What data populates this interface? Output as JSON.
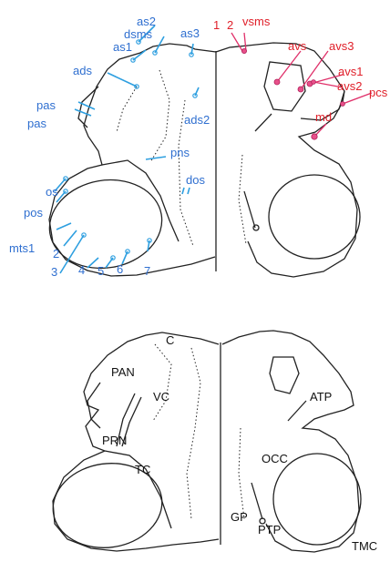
{
  "colors": {
    "setae_left": "#2f6fd0",
    "setae_right": "#e0202a",
    "outline": "#222222",
    "regions": "#111111"
  },
  "top_view": {
    "left_labels": {
      "as2": "as2",
      "dsms": "dsms",
      "as1": "as1",
      "as3": "as3",
      "ads": "ads",
      "pas_a": "pas",
      "pas_b": "pas",
      "ads2": "ads2",
      "pns": "pns",
      "dos": "dos",
      "os": "os",
      "pos": "pos",
      "mts1": "mts1",
      "n2": "2",
      "n3": "3",
      "n4": "4",
      "n5": "5",
      "n6": "6",
      "n7": "7"
    },
    "right_labels": {
      "n1": "1",
      "n2": "2",
      "vsms": "vsms",
      "avs": "avs",
      "avs3": "avs3",
      "avs1": "avs1",
      "avs2": "avs2",
      "pcs": "pcs",
      "md": "md"
    }
  },
  "bottom_view": {
    "labels": {
      "C": "C",
      "PAN": "PAN",
      "VC": "VC",
      "PRN": "PRN",
      "TC": "TC",
      "ATP": "ATP",
      "OCC": "OCC",
      "GP": "GP",
      "PTP": "PTP",
      "TMC": "TMC"
    }
  }
}
